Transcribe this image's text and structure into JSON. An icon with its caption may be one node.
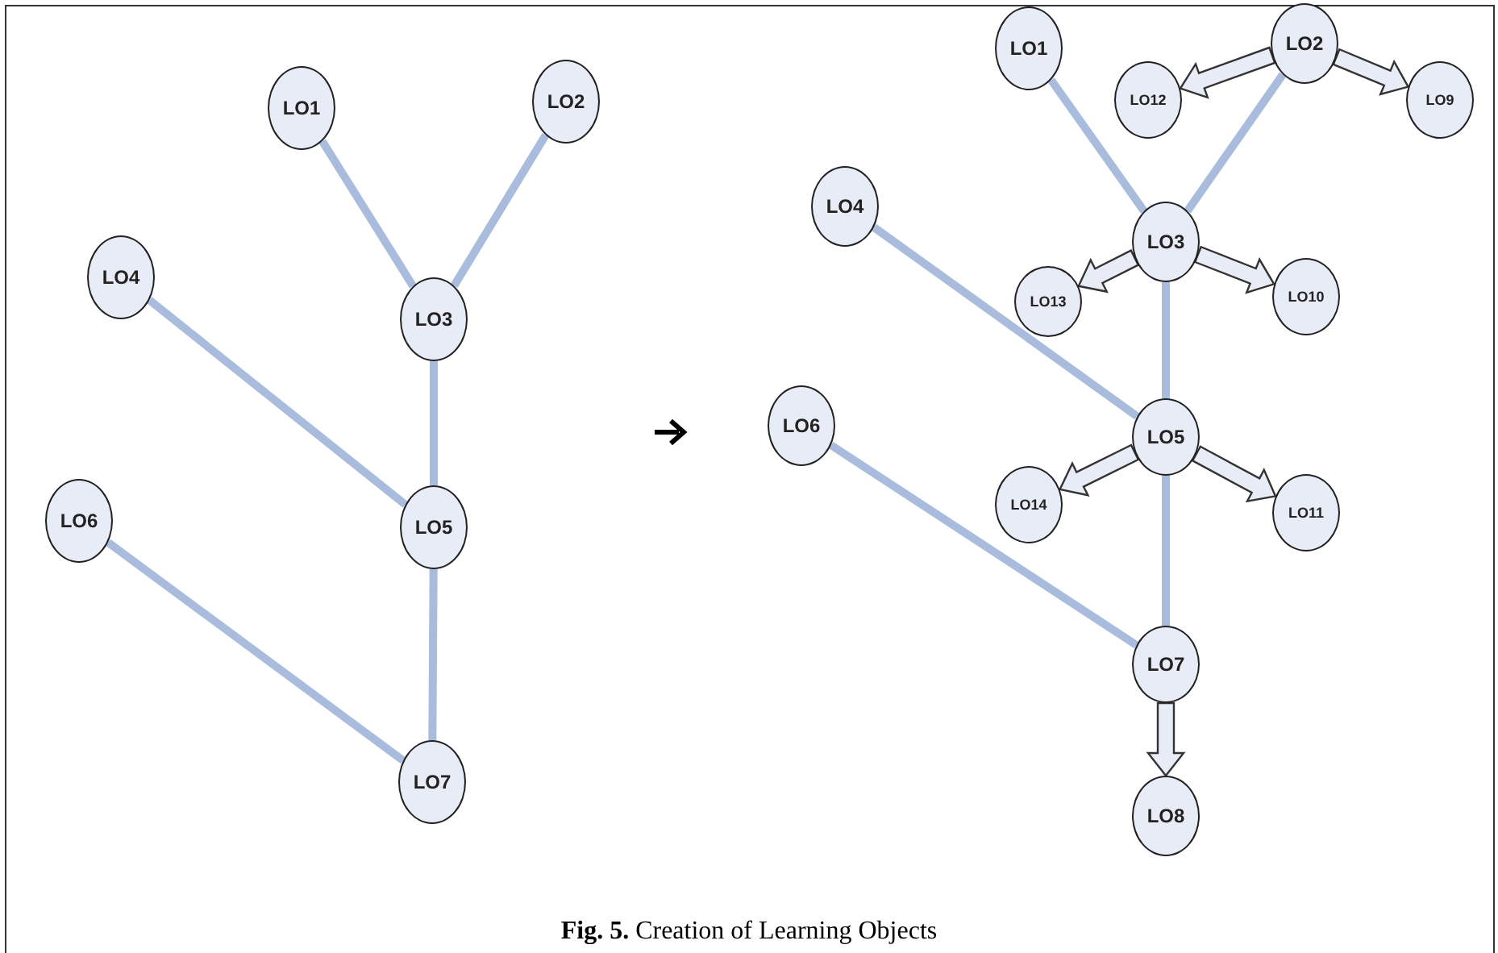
{
  "diagram": {
    "caption": "**Fig. 5.** Creation of Learning Objects",
    "nodes": [
      {
        "text": [
          "LO1"
        ]
      },
      {
        "text": [
          "LO2"
        ]
      },
      {
        "text": [
          "LO4"
        ]
      },
      {
        "text": [
          "LO3"
        ]
      },
      {
        "text": [
          "LO6"
        ]
      },
      {
        "text": [
          "LO5"
        ]
      },
      {
        "text": [
          "LO7"
        ]
      },
      {
        "text": [
          "LO1"
        ]
      },
      {
        "text": [
          "LO2"
        ]
      },
      {
        "text": [
          "LO12"
        ]
      },
      {
        "text": [
          "LO9"
        ]
      },
      {
        "text": [
          "LO4"
        ]
      },
      {
        "text": [
          "LO3"
        ]
      },
      {
        "text": [
          "LO13"
        ]
      },
      {
        "text": [
          "LO10"
        ]
      },
      {
        "text": [
          "LO6"
        ]
      },
      {
        "text": [
          "LO5"
        ]
      },
      {
        "text": [
          "LO14"
        ]
      },
      {
        "text": [
          "LO11"
        ]
      },
      {
        "text": [
          "LO7"
        ]
      },
      {
        "text": [
          "LO8"
        ]
      }
    ],
    "edges": [
      {
        "from": 0,
        "to": 3,
        "arrow": "none"
      },
      {
        "from": 1,
        "to": 3,
        "arrow": "none"
      },
      {
        "from": 3,
        "to": 5,
        "arrow": "none"
      },
      {
        "from": 2,
        "to": 5,
        "arrow": "none"
      },
      {
        "from": 5,
        "to": 6,
        "arrow": "none"
      },
      {
        "from": 4,
        "to": 6,
        "arrow": "none"
      },
      {
        "from": 7,
        "to": 12,
        "arrow": "none"
      },
      {
        "from": 8,
        "to": 12,
        "arrow": "none"
      },
      {
        "from": 12,
        "to": 16,
        "arrow": "none"
      },
      {
        "from": 11,
        "to": 16,
        "arrow": "none"
      },
      {
        "from": 16,
        "to": 19,
        "arrow": "none"
      },
      {
        "from": 15,
        "to": 19,
        "arrow": "none"
      },
      {
        "from": 8,
        "to": 9,
        "arrow": "to",
        "style": "thick",
        "color": "#333333"
      },
      {
        "from": 8,
        "to": 10,
        "arrow": "to",
        "style": "thick",
        "color": "#333333"
      },
      {
        "from": 12,
        "to": 13,
        "arrow": "to",
        "style": "thick",
        "color": "#333333"
      },
      {
        "from": 12,
        "to": 14,
        "arrow": "to",
        "style": "thick",
        "color": "#333333"
      },
      {
        "from": 16,
        "to": 17,
        "arrow": "to",
        "style": "thick",
        "color": "#333333"
      },
      {
        "from": 16,
        "to": 18,
        "arrow": "to",
        "style": "thick",
        "color": "#333333"
      },
      {
        "from": 19,
        "to": 20,
        "arrow": "to",
        "style": "thick",
        "color": "#333333"
      }
    ]
  }
}
